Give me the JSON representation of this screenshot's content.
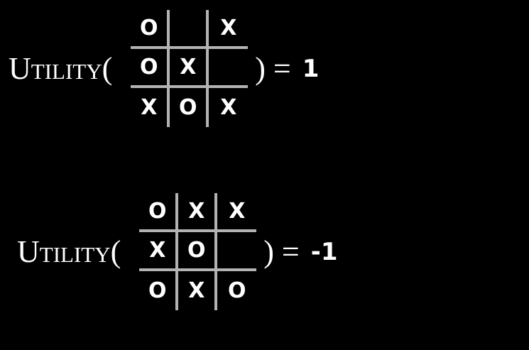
{
  "colors": {
    "background": "#000000",
    "text": "#ffffff",
    "grid_line": "#b3b3b3"
  },
  "expressions": [
    {
      "function_label": "Utility(",
      "board": [
        [
          "O",
          "",
          "X"
        ],
        [
          "O",
          "X",
          ""
        ],
        [
          "X",
          "O",
          "X"
        ]
      ],
      "close_label": ") =",
      "value": "1"
    },
    {
      "function_label": "Utility(",
      "board": [
        [
          "O",
          "X",
          "X"
        ],
        [
          "X",
          "O",
          ""
        ],
        [
          "O",
          "X",
          "O"
        ]
      ],
      "close_label": ") =",
      "value": "-1"
    }
  ]
}
